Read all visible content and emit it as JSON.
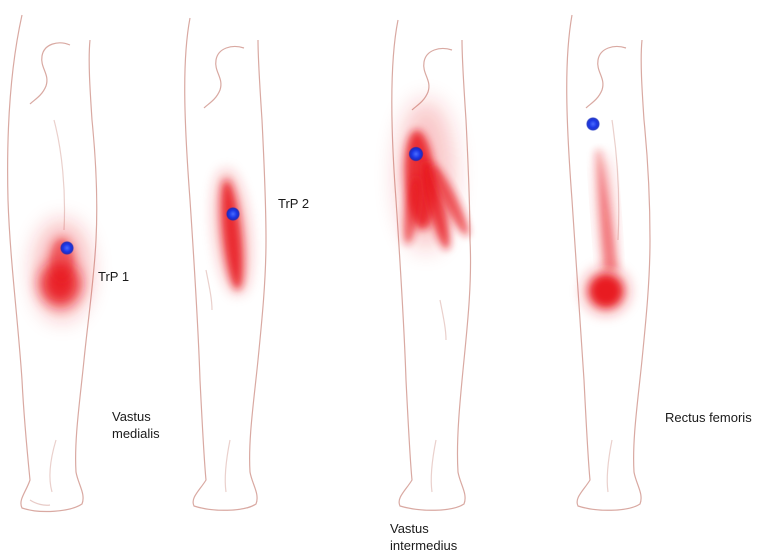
{
  "colors": {
    "pain": "#e8141b",
    "trigger_point": "#1530e0",
    "outline": "#d9a9a2"
  },
  "figures": [
    {
      "id": "vastus-medialis",
      "label_lines": [
        "Vastus",
        "medialis"
      ],
      "trigger_label": "TrP 1"
    },
    {
      "id": "vastus-medialis-2",
      "label_lines": [],
      "trigger_label": "TrP 2"
    },
    {
      "id": "vastus-intermedius",
      "label_lines": [
        "Vastus",
        "intermedius"
      ],
      "trigger_label": ""
    },
    {
      "id": "rectus-femoris",
      "label_lines": [
        "Rectus femoris"
      ],
      "trigger_label": ""
    }
  ]
}
